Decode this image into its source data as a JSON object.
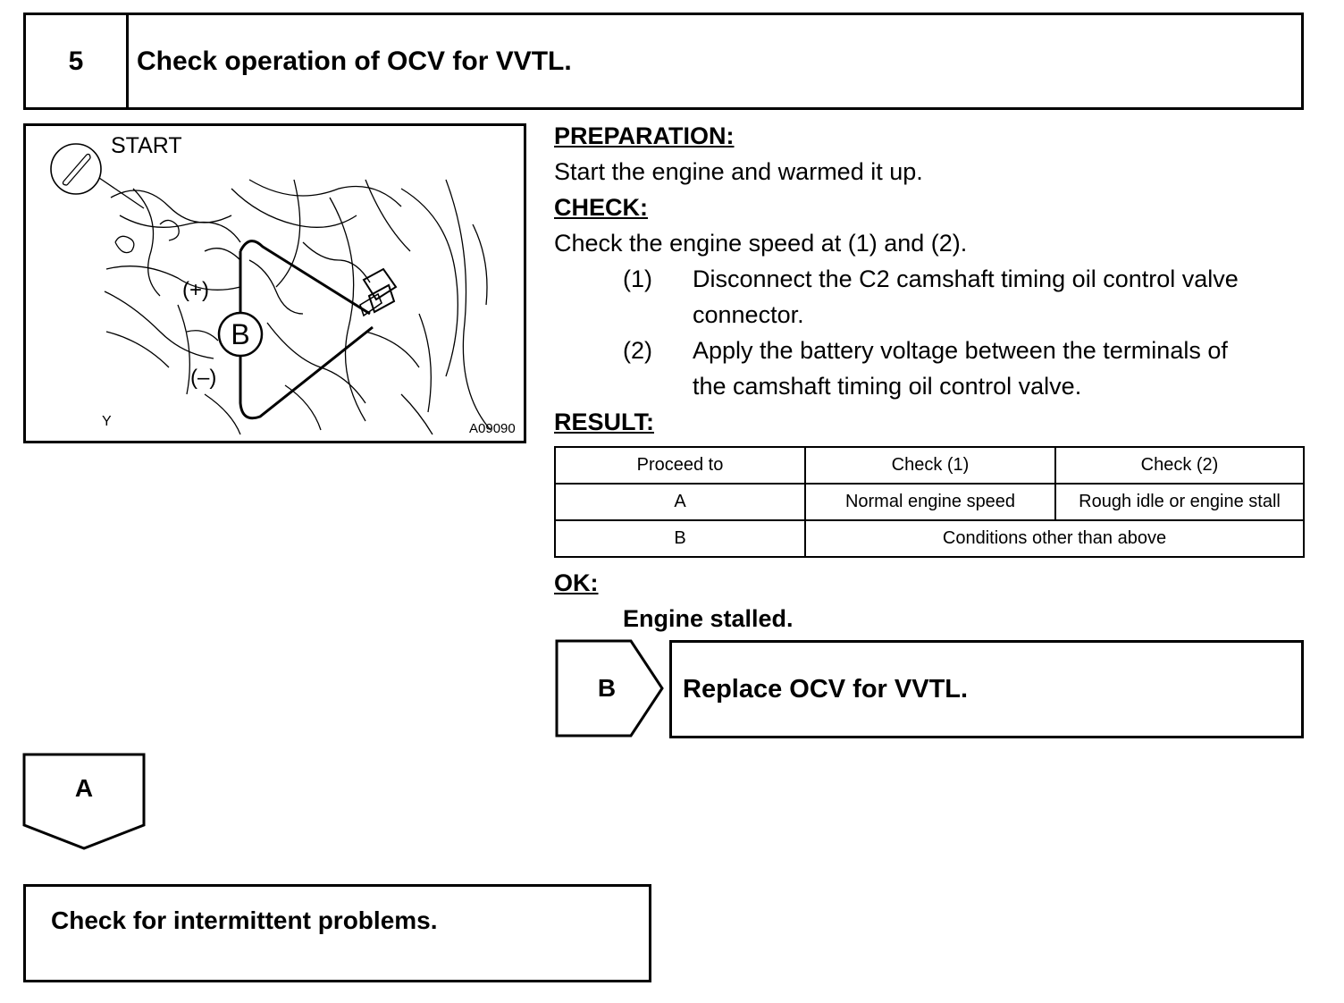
{
  "step": {
    "number": "5",
    "title": "Check operation of OCV for VVTL."
  },
  "figure": {
    "start_label": "START",
    "plus_label": "(+)",
    "minus_label": "(–)",
    "battery_label": "B",
    "corner_label": "Y",
    "figure_code": "A09090"
  },
  "preparation": {
    "heading": "PREPARATION:",
    "text": "Start the engine and warmed it up."
  },
  "check": {
    "heading": "CHECK:",
    "text": "Check the engine speed at (1) and (2).",
    "items": [
      {
        "num": "(1)",
        "line1": "Disconnect the C2 camshaft timing oil control valve",
        "line2": "connector."
      },
      {
        "num": "(2)",
        "line1": "Apply the battery voltage between the terminals of",
        "line2": "the camshaft timing oil control valve."
      }
    ]
  },
  "result": {
    "heading": "RESULT:",
    "headers": [
      "Proceed to",
      "Check (1)",
      "Check (2)"
    ],
    "row_a": [
      "A",
      "Normal engine speed",
      "Rough idle or engine stall"
    ],
    "row_b": [
      "B",
      "Conditions other than above"
    ]
  },
  "ok": {
    "heading": "OK:",
    "text": "Engine stalled."
  },
  "branch_b": {
    "label": "B",
    "action": "Replace OCV for VVTL."
  },
  "branch_a": {
    "label": "A",
    "action": "Check for intermittent problems."
  }
}
